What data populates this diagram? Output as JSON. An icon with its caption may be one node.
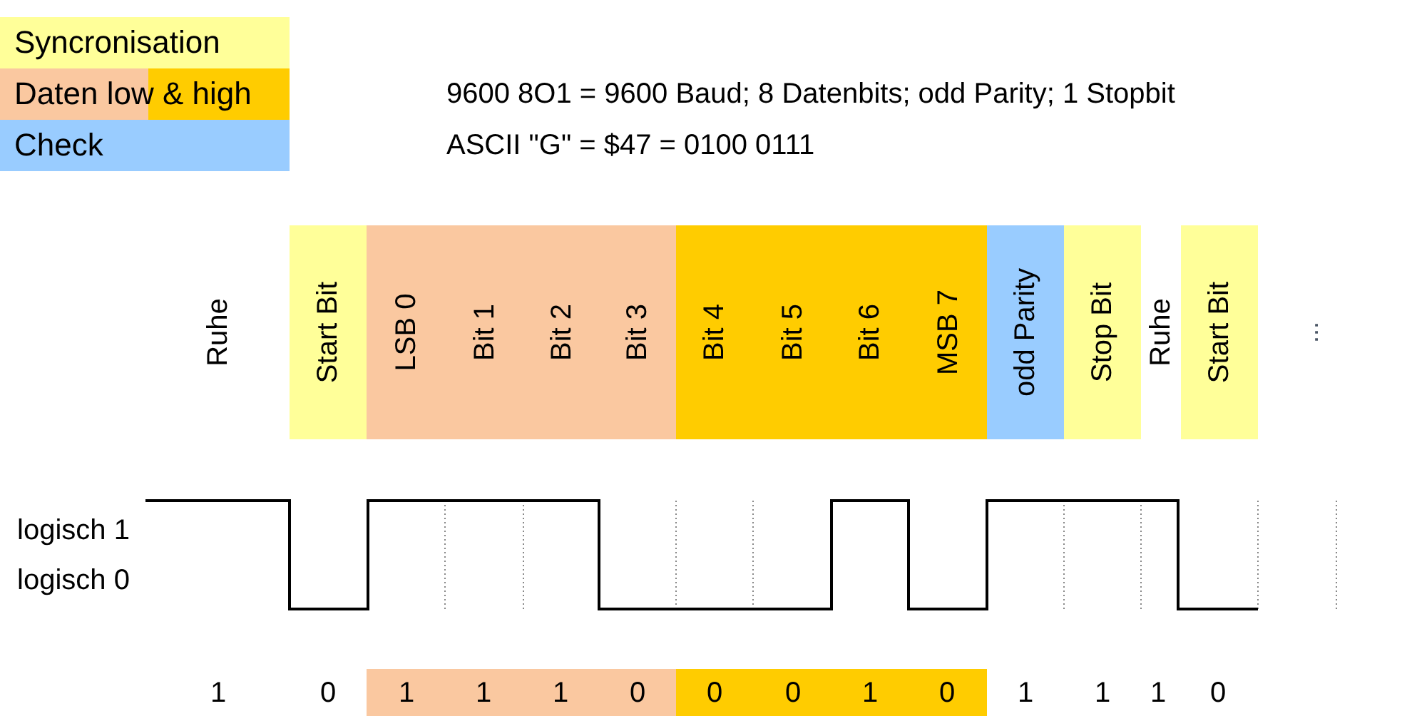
{
  "diagram": {
    "labels": [
      "9600 8O1 = 9600 Baud; 8 Datenbits; odd Parity; 1 Stopbit",
      "ASCII \"G\" = $47 = 0100 0111",
      "Ruhe",
      "Start Bit",
      "LSB 0",
      "Bit 1",
      "Bit 2",
      "Bit 3",
      "Bit 4",
      "Bit 5",
      "Bit 6",
      "MSB 7",
      "odd Parity",
      "Stop Bit",
      "Ruhe",
      "Start Bit",
      "...",
      "logisch 1",
      "logisch 0",
      "1",
      "0",
      "1",
      "1",
      "1",
      "0",
      "0",
      "0",
      "1",
      "0",
      "1",
      "1",
      "1",
      "0"
    ],
    "legend": [
      {
        "text": "Syncronisation",
        "color": "#ffff99"
      },
      {
        "text": "Daten low & high",
        "color": "#fac8a0"
      },
      {
        "text": "Check",
        "color": "#99ccff"
      }
    ]
  }
}
